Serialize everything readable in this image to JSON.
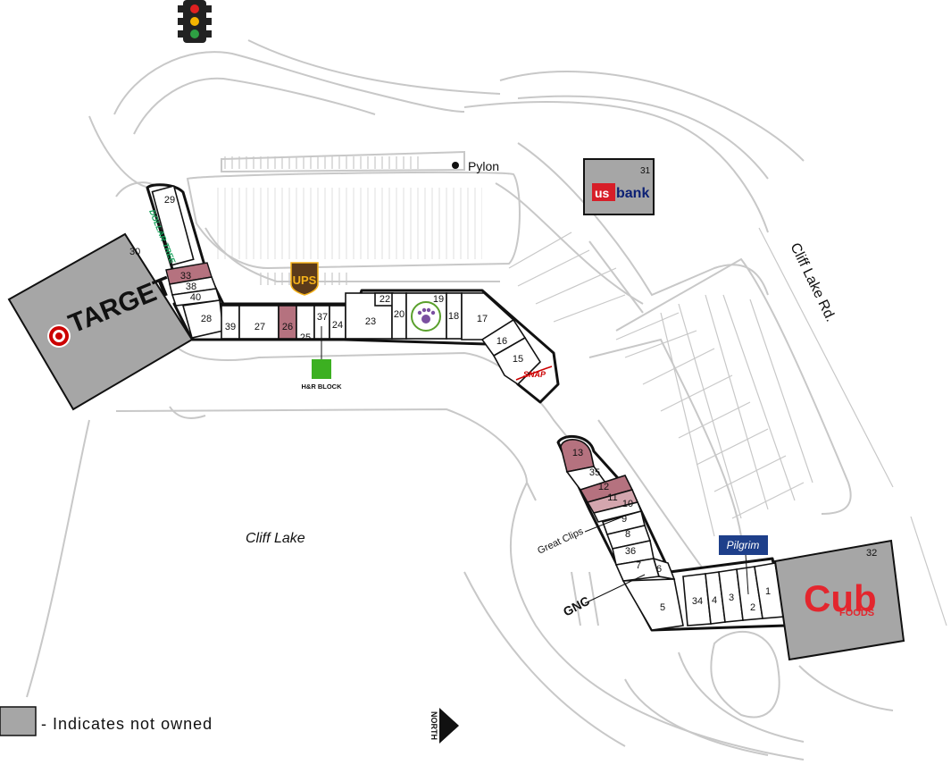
{
  "colors": {
    "not_owned": "#a6a6a6",
    "highlight_unit": "#b5727f",
    "highlight_unit_light": "#d4a6ae",
    "target_red": "#cc0000",
    "cub_red": "#e3262e",
    "usbank_red": "#d71e28",
    "usbank_blue": "#0c2074",
    "dollar_tree_green": "#17a35b",
    "hr_block_green": "#3cb021",
    "ups_brown": "#5b3a1a",
    "ups_gold": "#f5b21a"
  },
  "legend": {
    "text": "- Indicates not owned"
  },
  "labels": {
    "pylon": "Pylon",
    "road": "Cliff Lake Rd.",
    "lake": "Cliff Lake",
    "north": "NORTH",
    "great_clips": "Great Clips",
    "hr_block": "H&R BLOCK"
  },
  "anchors": {
    "target": {
      "number": "30",
      "name": "TARGET"
    },
    "cub": {
      "number": "32",
      "name": "Cub",
      "sub": "FOODS"
    },
    "usbank": {
      "number": "31",
      "prefix": "us",
      "name": "bank"
    }
  },
  "logos": {
    "dollar_tree": "DOLLAR TREE",
    "ups": "UPS",
    "snap": "SNAP",
    "gnc": "GNC",
    "pilgrim": "Pilgrim"
  },
  "icons": {
    "traffic_light": "traffic-light-icon",
    "north_arrow": "north-arrow-icon"
  },
  "units": {
    "u29": "29",
    "u33": "33",
    "u38": "38",
    "u40": "40",
    "u28": "28",
    "u39": "39",
    "u27": "27",
    "u26": "26",
    "u25": "25",
    "u37": "37",
    "u24": "24",
    "u23": "23",
    "u22": "22",
    "u20": "20",
    "u19": "19",
    "u18": "18",
    "u17": "17",
    "u16": "16",
    "u15": "15",
    "u13": "13",
    "u35": "35",
    "u12": "12",
    "u11": "11",
    "u10": "10",
    "u9": "9",
    "u8": "8",
    "u36": "36",
    "u7": "7",
    "u6": "6",
    "u5": "5",
    "u34": "34",
    "u4": "4",
    "u3": "3",
    "u2": "2",
    "u1": "1"
  }
}
